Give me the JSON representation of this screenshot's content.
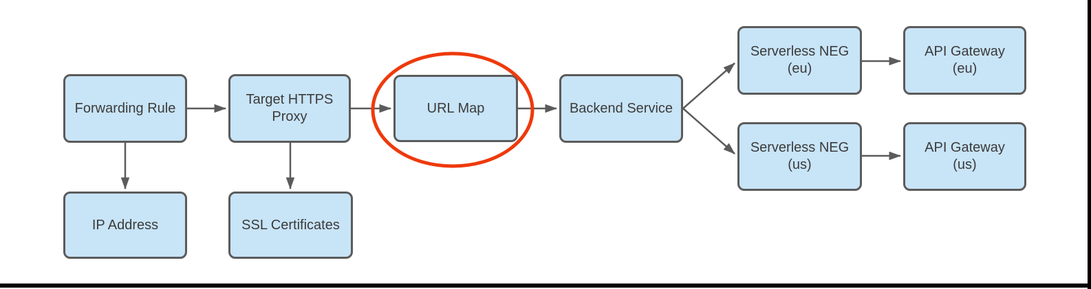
{
  "colors": {
    "canvas": "#FFFFFF",
    "node_fill": "#C8E4F7",
    "node_border": "#5B5B5B",
    "node_text": "#3B3B3B",
    "arrow": "#5B5B5B",
    "highlight": "#EE3A0C",
    "frame": "#000000"
  },
  "nodes": {
    "forwarding_rule": {
      "label": "Forwarding Rule"
    },
    "target_https_proxy": {
      "label": "Target HTTPS\nProxy"
    },
    "url_map": {
      "label": "URL Map"
    },
    "backend_service": {
      "label": "Backend Service"
    },
    "serverless_neg_eu": {
      "label": "Serverless NEG\n(eu)"
    },
    "api_gateway_eu": {
      "label": "API Gateway\n(eu)"
    },
    "serverless_neg_us": {
      "label": "Serverless NEG\n(us)"
    },
    "api_gateway_us": {
      "label": "API Gateway\n(us)"
    },
    "ip_address": {
      "label": "IP Address"
    },
    "ssl_certificates": {
      "label": "SSL Certificates"
    }
  },
  "edges": [
    {
      "from": "Forwarding Rule",
      "to": "Target HTTPS Proxy"
    },
    {
      "from": "Target HTTPS Proxy",
      "to": "URL Map"
    },
    {
      "from": "URL Map",
      "to": "Backend Service"
    },
    {
      "from": "Backend Service",
      "to": "Serverless NEG (eu)"
    },
    {
      "from": "Backend Service",
      "to": "Serverless NEG (us)"
    },
    {
      "from": "Serverless NEG (eu)",
      "to": "API Gateway (eu)"
    },
    {
      "from": "Serverless NEG (us)",
      "to": "API Gateway (us)"
    },
    {
      "from": "Forwarding Rule",
      "to": "IP Address"
    },
    {
      "from": "Target HTTPS Proxy",
      "to": "SSL Certificates"
    }
  ],
  "annotations": {
    "highlight_ellipse": {
      "shape": "ellipse",
      "around": "URL Map",
      "color": "#EE3A0C"
    }
  }
}
